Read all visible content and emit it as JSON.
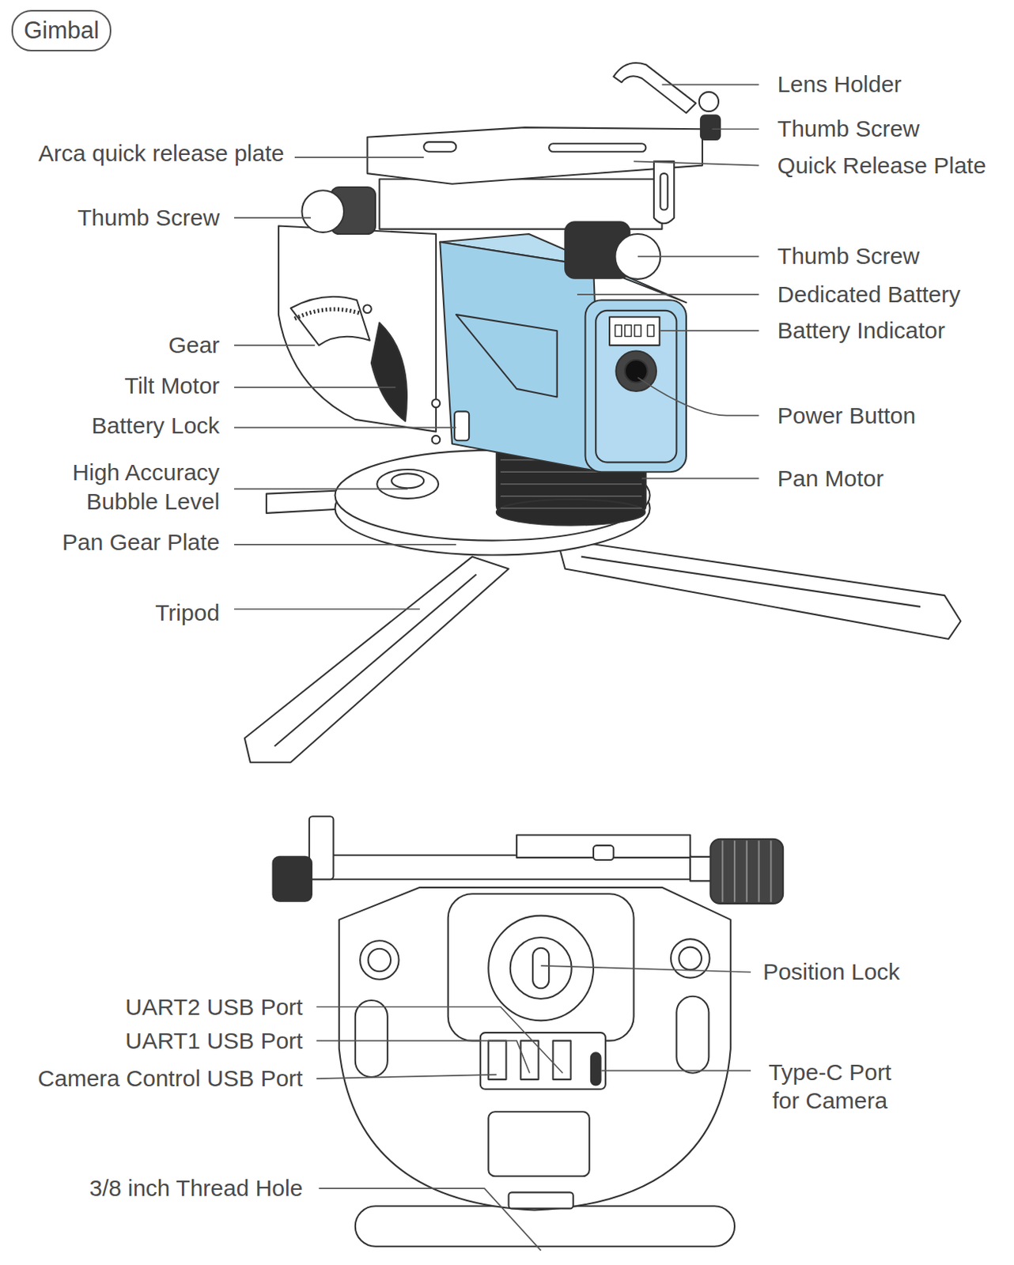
{
  "diagram": {
    "title": "Gimbal",
    "labels": [
      "Lens Holder",
      "Thumb Screw",
      "Quick Release Plate",
      "Arca quick release plate",
      "Thumb Screw",
      "Thumb Screw",
      "Dedicated Battery",
      "Battery Indicator",
      "Gear",
      "Tilt Motor",
      "Battery Lock",
      "Power Button",
      "High Accuracy Bubble Level",
      "Pan Motor",
      "Pan Gear Plate",
      "Tripod",
      "Position Lock",
      "UART2 USB Port",
      "UART1 USB Port",
      "Camera Control USB Port",
      "Type-C Port for Camera",
      "3/8 inch Thread Hole"
    ]
  }
}
